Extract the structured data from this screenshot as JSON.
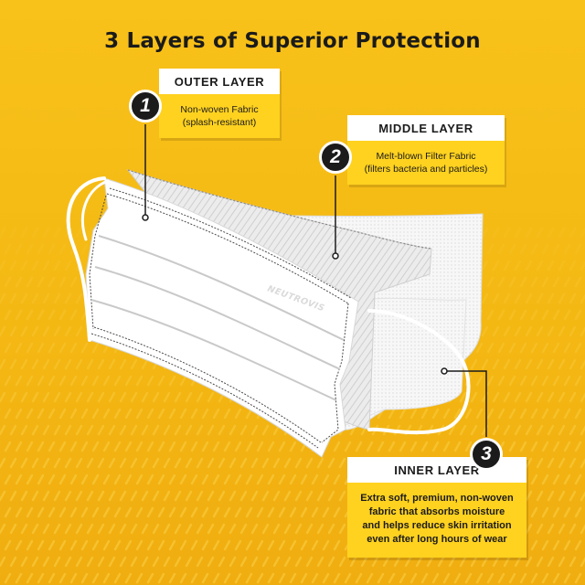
{
  "title": "3 Layers of Superior Protection",
  "brand_mark": "NEUTROVIS",
  "colors": {
    "background": "#f6bd17",
    "label_fill": "#ffd21f",
    "badge": "#1b1b1b",
    "text": "#1b1b1b"
  },
  "layers": [
    {
      "number": "1",
      "name": "OUTER LAYER",
      "description": [
        "Non-woven Fabric",
        "(splash-resistant)"
      ]
    },
    {
      "number": "2",
      "name": "MIDDLE LAYER",
      "description": [
        "Melt-blown Filter Fabric",
        "(filters bacteria and particles)"
      ]
    },
    {
      "number": "3",
      "name": "INNER LAYER",
      "description": [
        "Extra soft, premium, non-woven",
        "fabric that absorbs moisture",
        "and helps reduce skin irritation",
        "even after long hours of wear"
      ]
    }
  ]
}
